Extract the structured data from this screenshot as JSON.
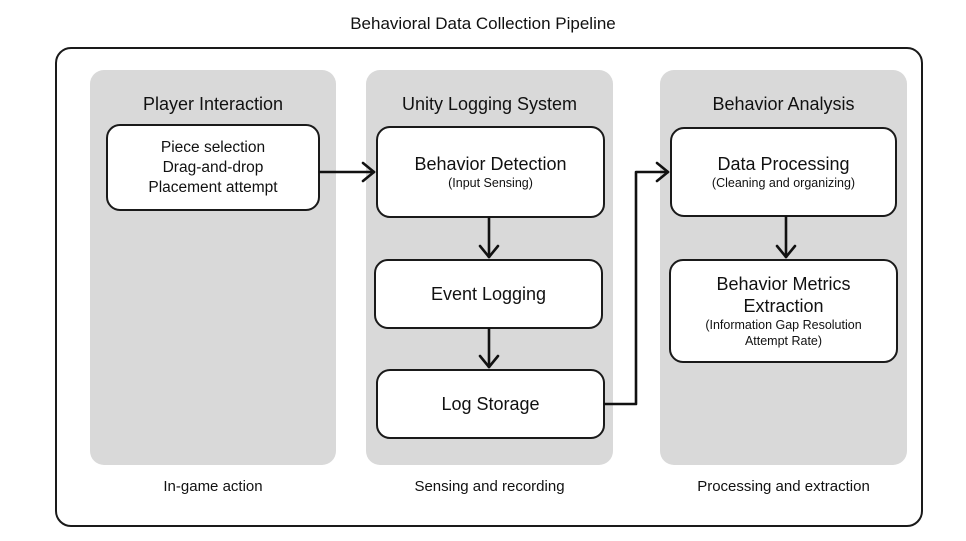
{
  "title": "Behavioral Data Collection Pipeline",
  "columns": [
    {
      "title": "Player Interaction",
      "caption": "In-game action"
    },
    {
      "title": "Unity Logging System",
      "caption": "Sensing and recording"
    },
    {
      "title": "Behavior Analysis",
      "caption": "Processing and extraction"
    }
  ],
  "nodes": {
    "player_actions": {
      "lines": [
        "Piece selection",
        "Drag-and-drop",
        "Placement attempt"
      ]
    },
    "behavior_detection": {
      "title": "Behavior Detection",
      "subtitle": "(Input Sensing)"
    },
    "event_logging": {
      "title": "Event Logging"
    },
    "log_storage": {
      "title": "Log Storage"
    },
    "data_processing": {
      "title": "Data Processing",
      "subtitle": "(Cleaning and organizing)"
    },
    "behavior_metrics": {
      "title_line1": "Behavior Metrics",
      "title_line2": "Extraction",
      "subtitle_line1": "(Information Gap Resolution",
      "subtitle_line2": "Attempt Rate)"
    }
  }
}
